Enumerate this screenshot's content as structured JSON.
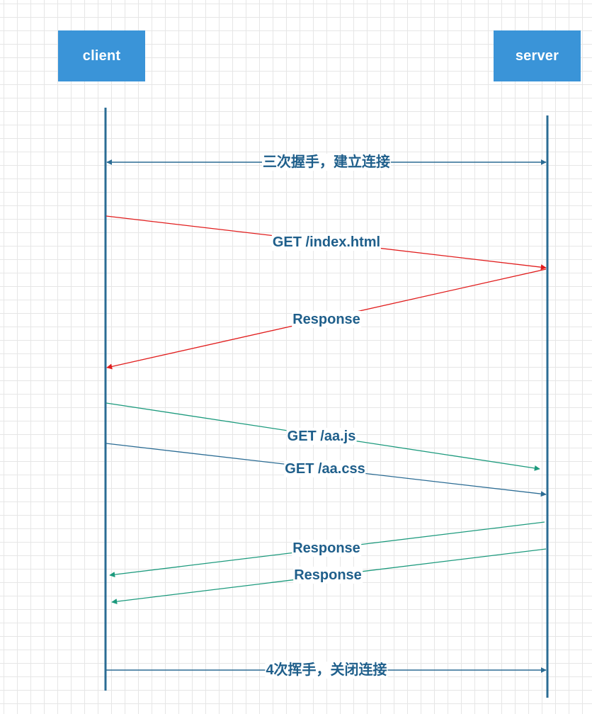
{
  "actors": {
    "client": "client",
    "server": "server"
  },
  "messages": {
    "handshake": "三次握手，建立连接",
    "get_index": "GET  /index.html",
    "response_index": "Response",
    "get_js": "GET /aa.js",
    "get_css": "GET /aa.css",
    "response_js": "Response",
    "response_css": "Response",
    "close": "4次挥手，关闭连接"
  },
  "colors": {
    "lifeline": "#2b6c94",
    "actor_fill": "#3a94d8",
    "actor_text": "#ffffff",
    "label_text": "#1f5f8b",
    "blue_arrow": "#2b6c94",
    "red_arrow": "#e11d1d",
    "teal_arrow": "#1c9a7d",
    "grid": "#e6e6e6"
  }
}
